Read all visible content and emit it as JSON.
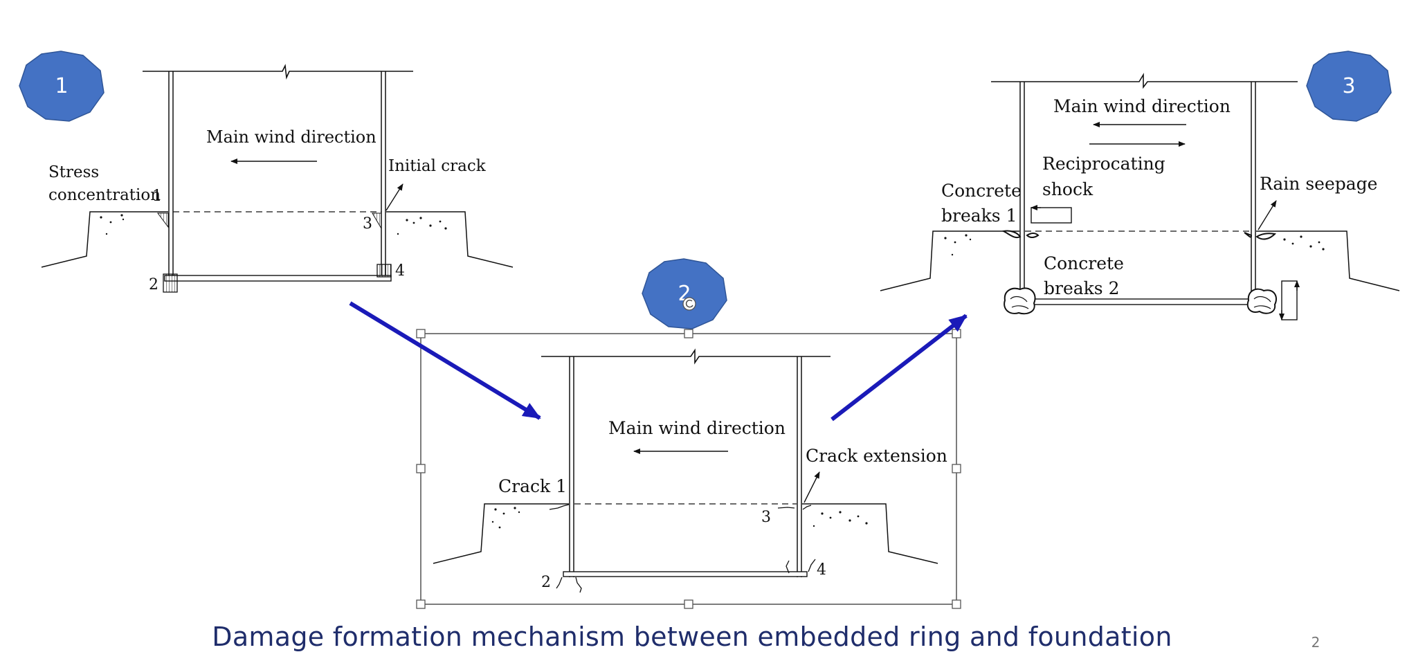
{
  "badges": {
    "one": "1",
    "two": "2",
    "three": "3"
  },
  "panel1": {
    "wind": "Main wind direction",
    "stress_line1": "Stress",
    "stress_line2": "concentration",
    "n1": "1",
    "initial_crack": "Initial crack",
    "n2": "2",
    "n3": "3",
    "n4": "4"
  },
  "panel2": {
    "wind": "Main wind direction",
    "crack1": "Crack 1",
    "crack_extension": "Crack extension",
    "n2": "2",
    "n3": "3",
    "n4": "4"
  },
  "panel3": {
    "wind": "Main wind direction",
    "recip_line1": "Reciprocating",
    "recip_line2": "shock",
    "breaks1_line1": "Concrete",
    "breaks1_line2": "breaks 1",
    "rain": "Rain seepage",
    "breaks2_line1": "Concrete",
    "breaks2_line2": "breaks 2"
  },
  "caption": "Damage formation mechanism between embedded ring and foundation",
  "page_number": "2",
  "colors": {
    "badge": "#4472c4",
    "arrow": "#1a1ab8",
    "caption": "#1f2d6b"
  }
}
